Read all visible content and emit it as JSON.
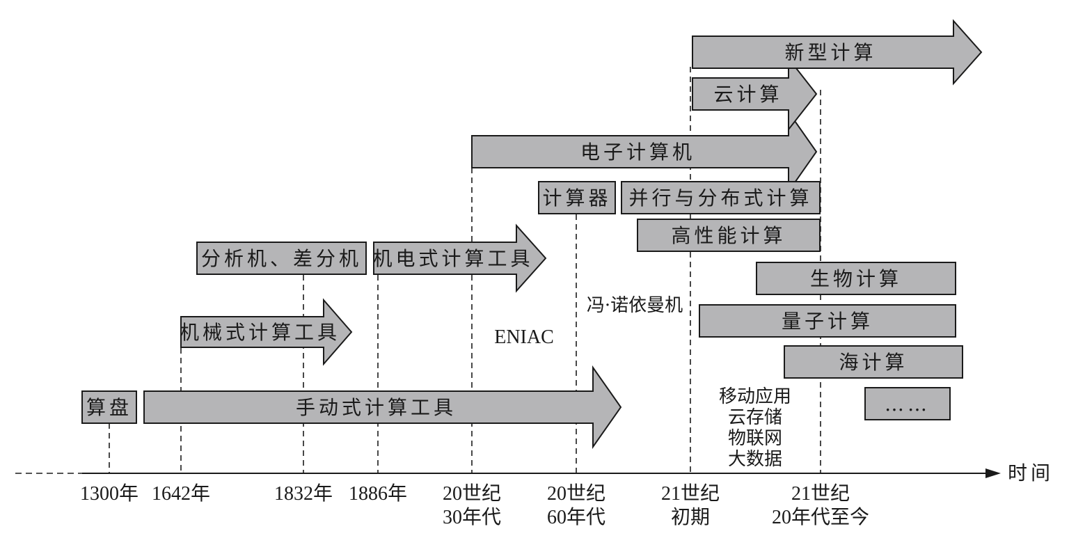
{
  "colors": {
    "box_fill": "#b5b5b7",
    "line": "#1a1a1a",
    "background": "#ffffff"
  },
  "axis": {
    "label": "时间"
  },
  "ticks": [
    {
      "id": "1300",
      "lines": [
        "1300年"
      ]
    },
    {
      "id": "1642",
      "lines": [
        "1642年"
      ]
    },
    {
      "id": "1832",
      "lines": [
        "1832年"
      ]
    },
    {
      "id": "1886",
      "lines": [
        "1886年"
      ]
    },
    {
      "id": "1930s",
      "lines": [
        "20世纪",
        "30年代"
      ]
    },
    {
      "id": "1960s",
      "lines": [
        "20世纪",
        "60年代"
      ]
    },
    {
      "id": "early21",
      "lines": [
        "21世纪",
        "初期"
      ]
    },
    {
      "id": "2020s",
      "lines": [
        "21世纪",
        "20年代至今"
      ]
    }
  ],
  "items": [
    {
      "id": "abacus",
      "label": "算盘",
      "shape": "box"
    },
    {
      "id": "manual",
      "label": "手动式计算工具",
      "shape": "arrow"
    },
    {
      "id": "mechanical",
      "label": "机械式计算工具",
      "shape": "arrow"
    },
    {
      "id": "analytical",
      "label": "分析机、差分机",
      "shape": "box"
    },
    {
      "id": "electromech",
      "label": "机电式计算工具",
      "shape": "arrow"
    },
    {
      "id": "computer",
      "label": "电子计算机",
      "shape": "arrow"
    },
    {
      "id": "calculator",
      "label": "计算器",
      "shape": "box"
    },
    {
      "id": "parallel",
      "label": "并行与分布式计算",
      "shape": "box"
    },
    {
      "id": "hpc",
      "label": "高性能计算",
      "shape": "box"
    },
    {
      "id": "cloud",
      "label": "云计算",
      "shape": "arrow"
    },
    {
      "id": "newtype",
      "label": "新型计算",
      "shape": "arrow"
    },
    {
      "id": "bio",
      "label": "生物计算",
      "shape": "box"
    },
    {
      "id": "quantum",
      "label": "量子计算",
      "shape": "box"
    },
    {
      "id": "sea",
      "label": "海计算",
      "shape": "box"
    },
    {
      "id": "more",
      "label": "……",
      "shape": "box"
    }
  ],
  "notes": {
    "eniac": "ENIAC",
    "von_neumann": "冯·诺依曼机",
    "apps": [
      "移动应用",
      "云存储",
      "物联网",
      "大数据"
    ]
  }
}
